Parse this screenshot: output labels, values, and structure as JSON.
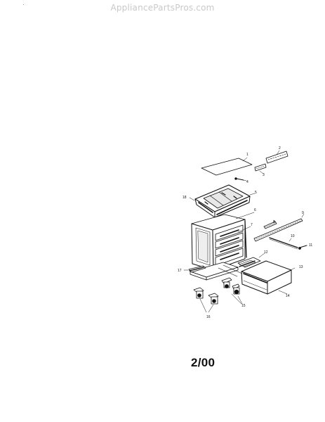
{
  "watermark": "AppliancePartsPros.com",
  "date_code": "2/00",
  "callouts": {
    "c1": "1",
    "c2": "2",
    "c3": "3",
    "c4": "4",
    "c5": "5",
    "c6": "6",
    "c7": "7",
    "c8": "8",
    "c9": "9",
    "c10": "10",
    "c11": "11",
    "c12": "12",
    "c13": "13",
    "c14": "14",
    "c15": "15",
    "c16": "16",
    "c17": "17",
    "c18": "18"
  }
}
